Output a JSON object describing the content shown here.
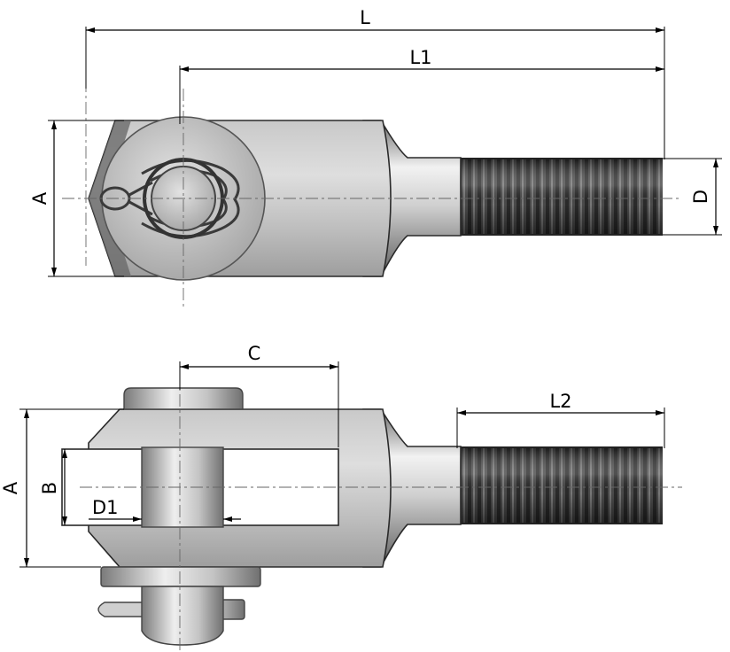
{
  "labels": {
    "L": "L",
    "L1": "L1",
    "A_top": "A",
    "D": "D",
    "C": "C",
    "L2": "L2",
    "A_bottom": "A",
    "B": "B",
    "D1": "D1"
  },
  "colors": {
    "steel_light": "#d9d9d9",
    "steel_mid": "#a8a8a8",
    "steel_dark": "#5a5a5a",
    "thread_dark": "#2e2e2e"
  }
}
